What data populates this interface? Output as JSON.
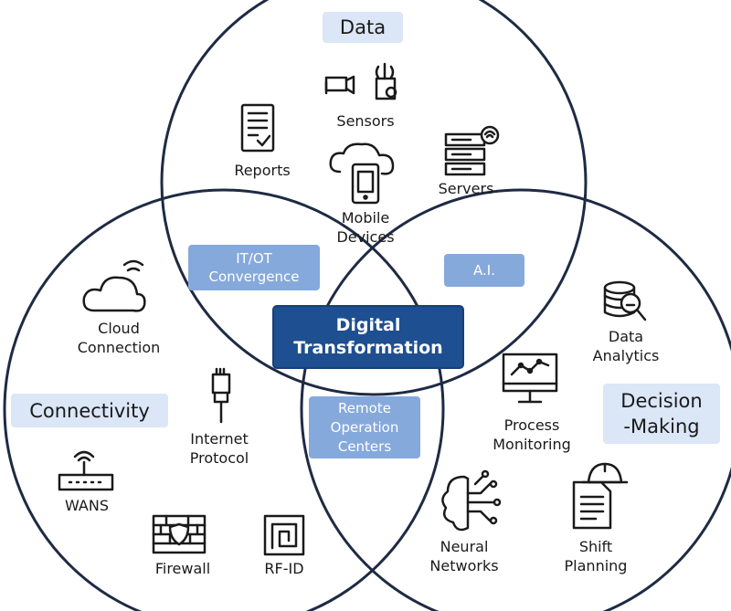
{
  "circles": {
    "data": {
      "title": "Data"
    },
    "connectivity": {
      "title": "Connectivity"
    },
    "decision": {
      "title": "Decision\n-Making"
    }
  },
  "center": {
    "label": "Digital\nTransformation"
  },
  "overlaps": {
    "it_ot": "IT/OT\nConvergence",
    "ai": "A.I.",
    "remote": "Remote\nOperation\nCenters"
  },
  "items": {
    "sensors": "Sensors",
    "reports": "Reports",
    "servers": "Servers",
    "mobile": "Mobile\nDevices",
    "cloud": "Cloud\nConnection",
    "internet": "Internet\nProtocol",
    "wans": "WANS",
    "firewall": "Firewall",
    "rfid": "RF-ID",
    "analytics": "Data\nAnalytics",
    "process": "Process\nMonitoring",
    "neural": "Neural\nNetworks",
    "shift": "Shift\nPlanning"
  },
  "colors": {
    "outline": "#1f2a44",
    "center": "#1d4f91",
    "overlap": "#86a9dc",
    "title_bg": "#dbe6f6"
  }
}
